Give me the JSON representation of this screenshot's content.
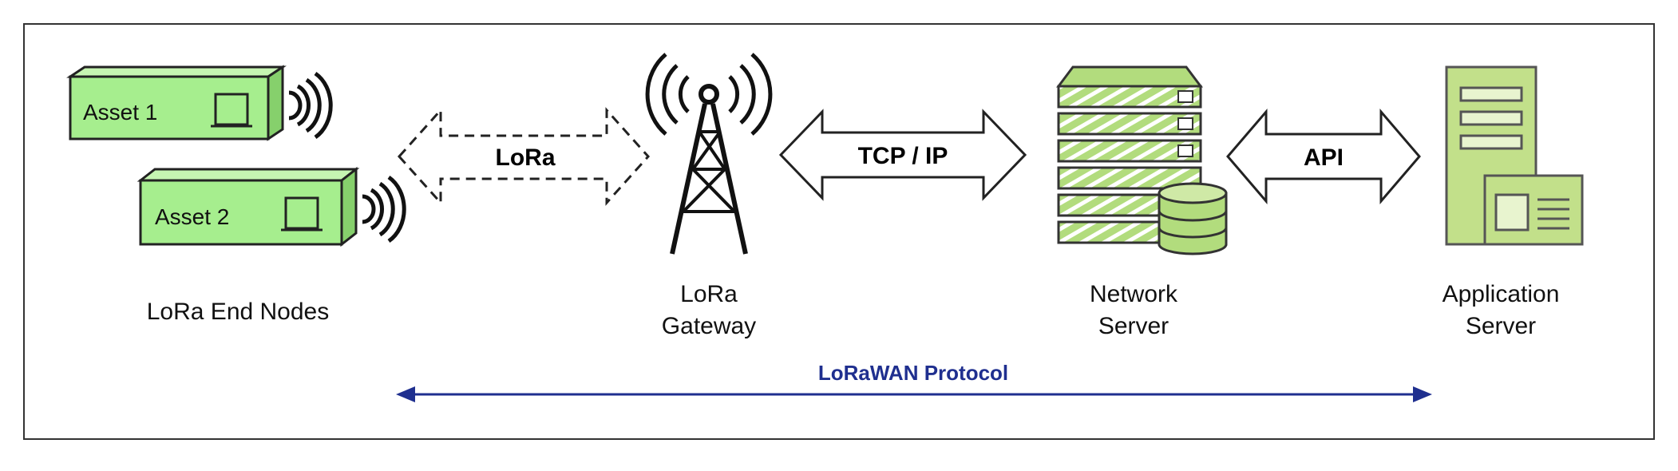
{
  "nodes": {
    "asset1": "Asset 1",
    "asset2": "Asset 2",
    "end_nodes": "LoRa End Nodes",
    "gateway_line1": "LoRa",
    "gateway_line2": "Gateway",
    "network_line1": "Network",
    "network_line2": "Server",
    "app_line1": "Application",
    "app_line2": "Server"
  },
  "links": {
    "lora": "LoRa",
    "tcpip": "TCP / IP",
    "api": "API",
    "protocol": "LoRaWAN Protocol"
  },
  "colors": {
    "device_green": "#a6ee8e",
    "server_green": "#b2dc7d",
    "app_green": "#c2e08a",
    "protocol_blue": "#1f2f8f",
    "outline": "#222222"
  }
}
